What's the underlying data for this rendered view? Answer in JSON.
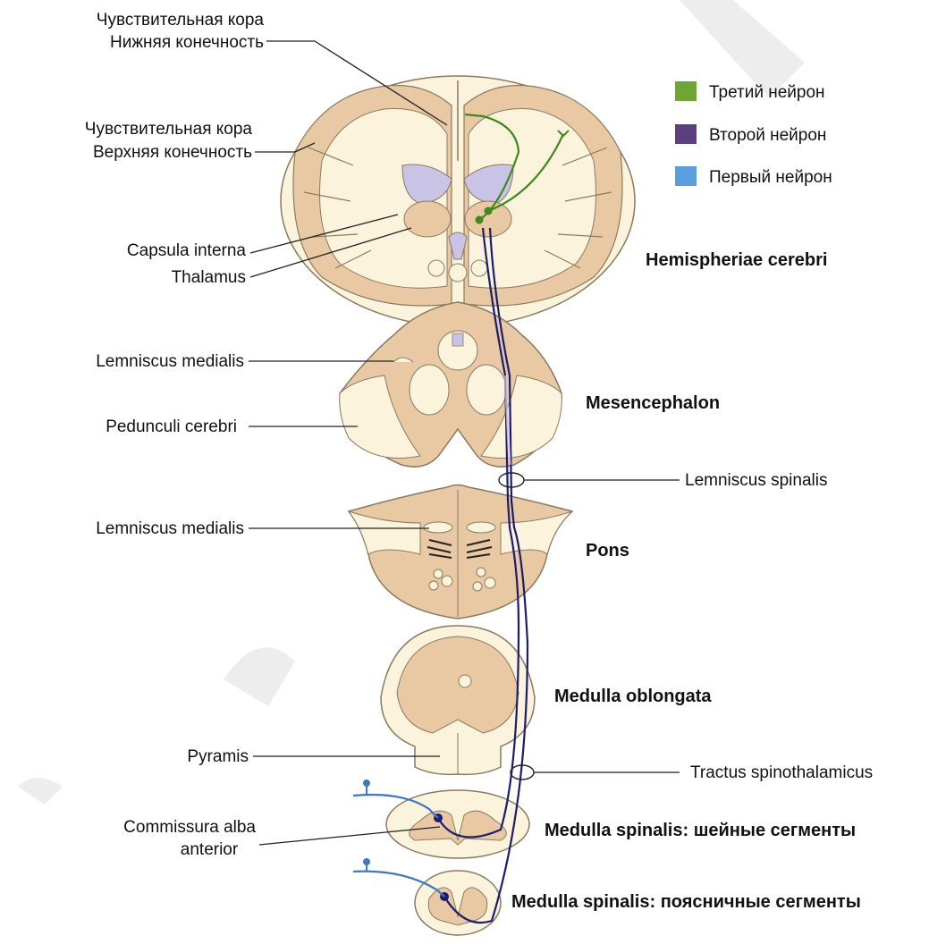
{
  "colors": {
    "tissue_light": "#fbf3dc",
    "tissue_tan": "#e8c9a3",
    "ventricle": "#c9c3e6",
    "neuron1": "#3a78c8",
    "neuron2": "#1d1d6e",
    "neuron3": "#3f8a1f",
    "legend_green": "#6ea535",
    "legend_purple": "#5b3f7e",
    "legend_blue": "#5a9ee0"
  },
  "legend": [
    {
      "label": "Третий нейрон",
      "color": "#6ea535",
      "icon": "green-square"
    },
    {
      "label": "Второй нейрон",
      "color": "#5b3f7e",
      "icon": "purple-square"
    },
    {
      "label": "Первый нейрон",
      "color": "#5a9ee0",
      "icon": "blue-square"
    }
  ],
  "left_labels": {
    "cortex_lower_1": "Чувствительная кора",
    "cortex_lower_2": "Нижняя конечность",
    "cortex_upper_1": "Чувствительная кора",
    "cortex_upper_2": "Верхняя конечность",
    "capsula_interna": "Capsula interna",
    "thalamus": "Thalamus",
    "lemniscus_medialis_1": "Lemniscus medialis",
    "pedunculi_cerebri": "Pedunculi cerebri",
    "lemniscus_medialis_2": "Lemniscus medialis",
    "pyramis": "Pyramis",
    "commissura_1": "Commissura alba",
    "commissura_2": "anterior"
  },
  "right_labels": {
    "lemniscus_spinalis": "Lemniscus spinalis",
    "tractus_spinothalamicus": "Tractus spinothalamicus"
  },
  "sections": {
    "hemispheres": "Hemispheriae cerebri",
    "mesencephalon": "Mesencephalon",
    "pons": "Pons",
    "medulla_oblongata": "Medulla oblongata",
    "spinal_cervical": "Medulla spinalis: шейные сегменты",
    "spinal_lumbar": "Medulla spinalis: поясничные сегменты"
  }
}
